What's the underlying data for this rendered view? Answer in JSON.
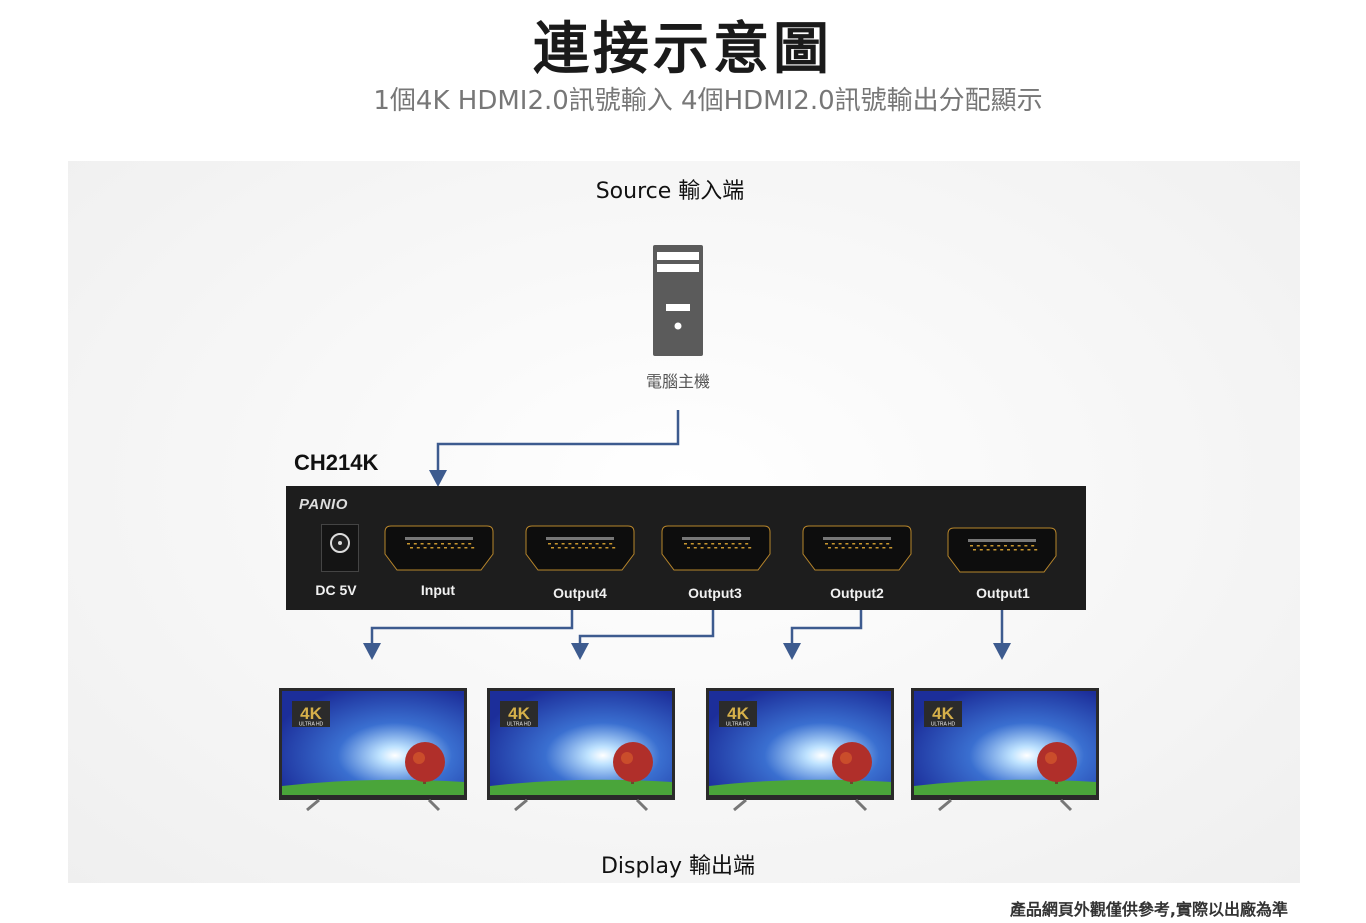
{
  "title": "連接示意圖",
  "subtitle": "1個4K HDMI2.0訊號輸入 4個HDMI2.0訊號輸出分配顯示",
  "source_label": "Source 輸入端",
  "pc_label": "電腦主機",
  "model": "CH214K",
  "device": {
    "brand": "PANIO",
    "ports": [
      {
        "label": "DC 5V",
        "type": "dc-jack"
      },
      {
        "label": "Input",
        "type": "hdmi"
      },
      {
        "label": "Output4",
        "type": "hdmi"
      },
      {
        "label": "Output3",
        "type": "hdmi"
      },
      {
        "label": "Output2",
        "type": "hdmi"
      },
      {
        "label": "Output1",
        "type": "hdmi"
      }
    ]
  },
  "tv_badge": {
    "main": "4K",
    "sub": "ULTRA HD"
  },
  "display_label": "Display 輸出端",
  "footer_note": "產品網頁外觀僅供參考,實際以出廠為準",
  "colors": {
    "arrow": "#3d5b8f",
    "port_outline": "#b8862b",
    "device": "#1d1d1d"
  }
}
